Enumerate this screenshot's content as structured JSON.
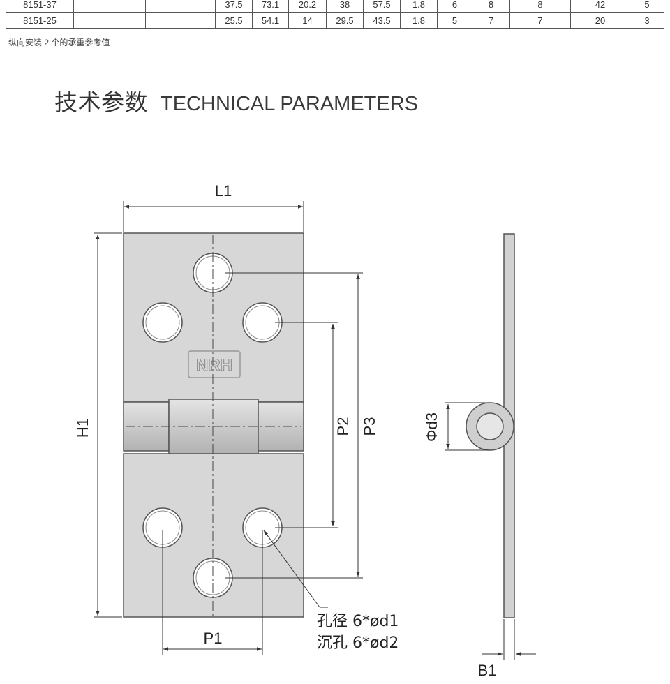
{
  "spec_table": {
    "rows": [
      {
        "model": "8151-37",
        "values": [
          "37.5",
          "73.1",
          "20.2",
          "38",
          "57.5",
          "1.8",
          "6",
          "8",
          "8",
          "42",
          "5"
        ]
      },
      {
        "model": "8151-25",
        "values": [
          "25.5",
          "54.1",
          "14",
          "29.5",
          "43.5",
          "1.8",
          "5",
          "7",
          "7",
          "20",
          "3"
        ]
      }
    ]
  },
  "note": "纵向安装 2 个的承重参考值",
  "section": {
    "title_cn": "技术参数",
    "title_en": "TECHNICAL PARAMETERS"
  },
  "drawing": {
    "labels": {
      "L1": "L1",
      "H1": "H1",
      "P1": "P1",
      "P2": "P2",
      "P3": "P3",
      "d3": "Φd3",
      "B1": "B1",
      "hole_line1": "孔径 6*ød1",
      "hole_line2": "沉孔 6*ød2",
      "logo": "NRH"
    },
    "colors": {
      "plate": "#d7d7d7",
      "plate_stroke": "#555555",
      "knuckle": "#c8c8c8",
      "dim_line": "#333333"
    }
  }
}
